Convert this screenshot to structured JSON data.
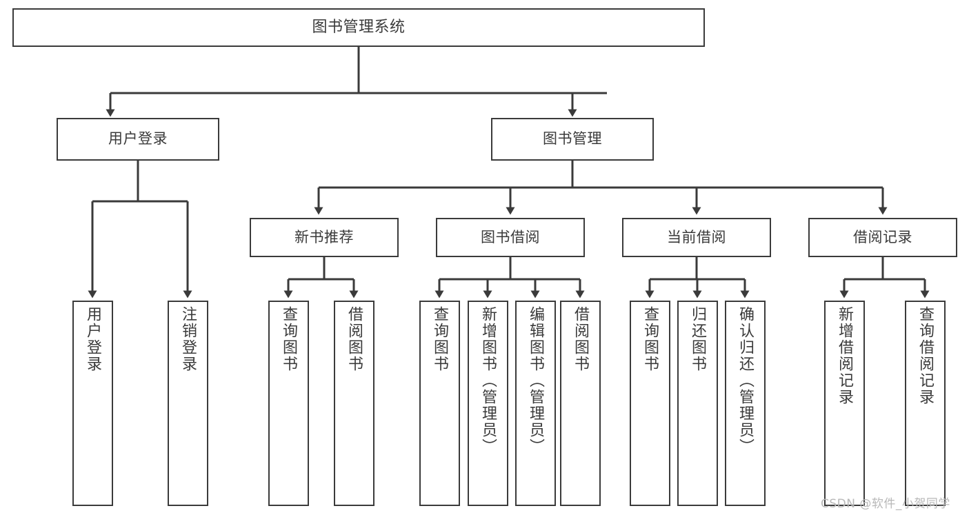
{
  "diagram": {
    "title": "图书管理系统",
    "type": "tree-hierarchy-chart",
    "orientation": "top-down",
    "colors": {
      "stroke": "#3a3a3a",
      "fill": "#ffffff",
      "text": "#3a3a3a",
      "watermark": "#b8b8b8"
    }
  },
  "watermark": {
    "text": "CSDN @软件_小贺同学"
  },
  "nodes": {
    "root": {
      "label": "图书管理系统",
      "level": 1
    },
    "level2": [
      {
        "id": "user-login",
        "label": "用户登录"
      },
      {
        "id": "book-management",
        "label": "图书管理"
      }
    ],
    "level3": [
      {
        "id": "new-book-recommend",
        "label": "新书推荐",
        "parent": "book-management"
      },
      {
        "id": "book-borrow",
        "label": "图书借阅",
        "parent": "book-management"
      },
      {
        "id": "current-borrow",
        "label": "当前借阅",
        "parent": "book-management"
      },
      {
        "id": "borrow-record",
        "label": "借阅记录",
        "parent": "book-management"
      }
    ],
    "leaves": {
      "user-login": [
        {
          "id": "leaf-user-login",
          "label": "用户登录"
        },
        {
          "id": "leaf-logout-login",
          "label": "注销登录"
        }
      ],
      "new-book-recommend": [
        {
          "id": "leaf-query-book-1",
          "label": "查询图书"
        },
        {
          "id": "leaf-borrow-book-1",
          "label": "借阅图书"
        }
      ],
      "book-borrow": [
        {
          "id": "leaf-query-book-2",
          "label": "查询图书"
        },
        {
          "id": "leaf-add-book",
          "label": "新增图书（管理员）"
        },
        {
          "id": "leaf-edit-book",
          "label": "编辑图书（管理员）"
        },
        {
          "id": "leaf-borrow-book-2",
          "label": "借阅图书"
        }
      ],
      "current-borrow": [
        {
          "id": "leaf-query-book-3",
          "label": "查询图书"
        },
        {
          "id": "leaf-return-book",
          "label": "归还图书"
        },
        {
          "id": "leaf-confirm-return",
          "label": "确认归还（管理员）"
        }
      ],
      "borrow-record": [
        {
          "id": "leaf-add-record",
          "label": "新增借阅记录"
        },
        {
          "id": "leaf-query-record",
          "label": "查询借阅记录"
        }
      ]
    }
  }
}
